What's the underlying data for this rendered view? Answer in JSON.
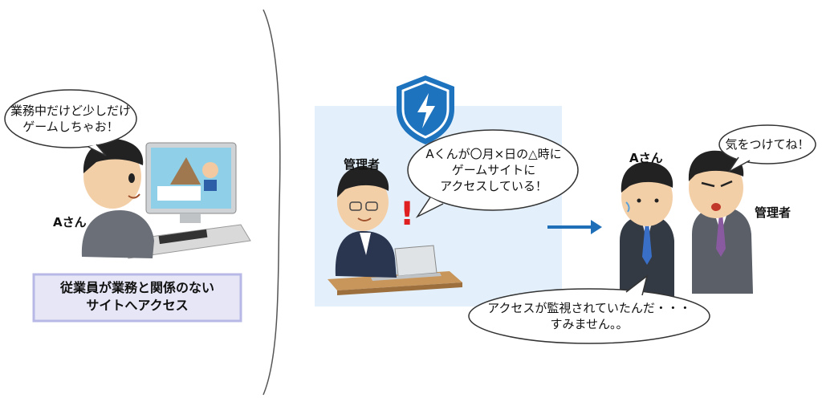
{
  "left": {
    "bubble": "業務中だけど少しだけ\nゲームしちゃお！",
    "person_label": "Aさん",
    "caption_line1": "従業員が業務と関係のない",
    "caption_line2": "サイトへアクセス"
  },
  "middle": {
    "manager_label": "管理者",
    "bubble": "Aくんが〇月×日の△時に\nゲームサイトに\nアクセスしている！",
    "alert_mark": "!"
  },
  "right": {
    "person_label": "Aさん",
    "manager_label": "管理者",
    "manager_bubble": "気をつけてね！",
    "person_bubble": "アクセスが監視されていたんだ・・・\nすみません。。"
  },
  "colors": {
    "panel_bg": "#e3f0fb",
    "shield": "#1e73be",
    "arrow": "#1e6fb8",
    "caption_bg": "#e6e6f7",
    "caption_border": "#b8b8e6",
    "alert": "#e02020"
  }
}
